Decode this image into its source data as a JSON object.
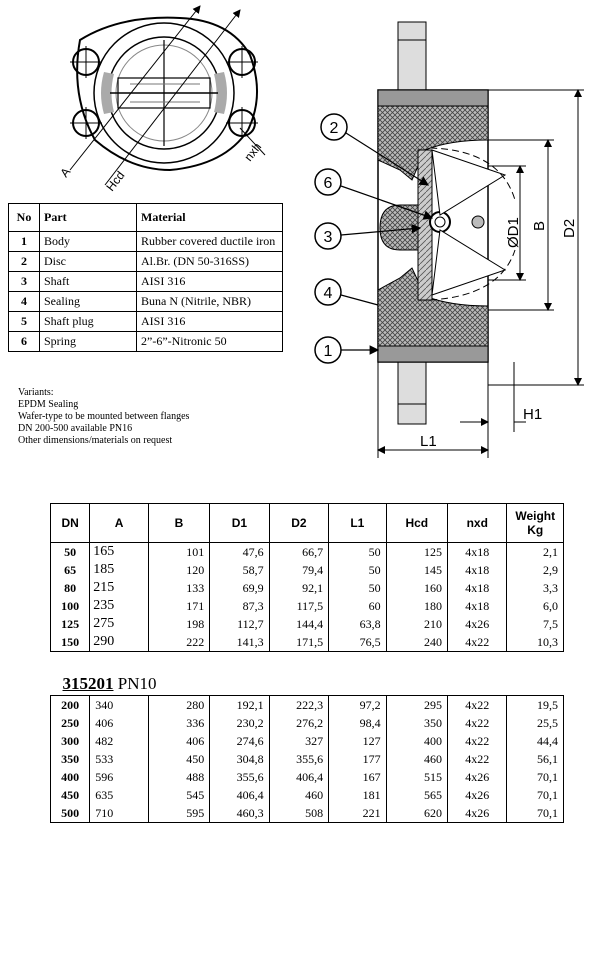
{
  "top_drawing": {
    "labels": [
      "A",
      "Hcd",
      "nxh"
    ]
  },
  "section_drawing": {
    "callouts": [
      "1",
      "2",
      "3",
      "4",
      "6"
    ],
    "dim_labels": [
      "ØD1",
      "B",
      "D2",
      "H1",
      "L1"
    ]
  },
  "parts_table": {
    "headers": [
      "No",
      "Part",
      "Material"
    ],
    "rows": [
      {
        "no": "1",
        "part": "Body",
        "material": "Rubber covered ductile iron"
      },
      {
        "no": "2",
        "part": "Disc",
        "material": "Al.Br. (DN 50-316SS)"
      },
      {
        "no": "3",
        "part": "Shaft",
        "material": "AISI 316"
      },
      {
        "no": "4",
        "part": "Sealing",
        "material": "Buna N (Nitrile, NBR)"
      },
      {
        "no": "5",
        "part": "Shaft plug",
        "material": "AISI 316"
      },
      {
        "no": "6",
        "part": "Spring",
        "material": "2”-6”-Nitronic 50"
      }
    ]
  },
  "variants": {
    "heading": "Variants",
    "lines": [
      "EPDM Sealing",
      "Wafer-type to be mounted between flanges",
      "DN 200-500 available PN16",
      "Other dimensions/materials on request"
    ]
  },
  "dims_table": {
    "headers": [
      "DN",
      "A",
      "B",
      "D1",
      "D2",
      "L1",
      "Hcd",
      "nxd",
      "Weight\nKg"
    ],
    "group1": [
      [
        "50",
        "165",
        "101",
        "47,6",
        "66,7",
        "50",
        "125",
        "4x18",
        "2,1"
      ],
      [
        "65",
        "185",
        "120",
        "58,7",
        "79,4",
        "50",
        "145",
        "4x18",
        "2,9"
      ],
      [
        "80",
        "215",
        "133",
        "69,9",
        "92,1",
        "50",
        "160",
        "4x18",
        "3,3"
      ],
      [
        "100",
        "235",
        "171",
        "87,3",
        "117,5",
        "60",
        "180",
        "4x18",
        "6,0"
      ],
      [
        "125",
        "275",
        "198",
        "112,7",
        "144,4",
        "63,8",
        "210",
        "4x26",
        "7,5"
      ],
      [
        "150",
        "290",
        "222",
        "141,3",
        "171,5",
        "76,5",
        "240",
        "4x22",
        "10,3"
      ]
    ],
    "section": {
      "code": "315201",
      "rating": " PN10"
    },
    "group2": [
      [
        "200",
        "340",
        "280",
        "192,1",
        "222,3",
        "97,2",
        "295",
        "4x22",
        "19,5"
      ],
      [
        "250",
        "406",
        "336",
        "230,2",
        "276,2",
        "98,4",
        "350",
        "4x22",
        "25,5"
      ],
      [
        "300",
        "482",
        "406",
        "274,6",
        "327",
        "127",
        "400",
        "4x22",
        "44,4"
      ],
      [
        "350",
        "533",
        "450",
        "304,8",
        "355,6",
        "177",
        "460",
        "4x22",
        "56,1"
      ],
      [
        "400",
        "596",
        "488",
        "355,6",
        "406,4",
        "167",
        "515",
        "4x26",
        "70,1"
      ],
      [
        "450",
        "635",
        "545",
        "406,4",
        "460",
        "181",
        "565",
        "4x26",
        "70,1"
      ],
      [
        "500",
        "710",
        "595",
        "460,3",
        "508",
        "221",
        "620",
        "4x26",
        "70,1"
      ]
    ]
  }
}
